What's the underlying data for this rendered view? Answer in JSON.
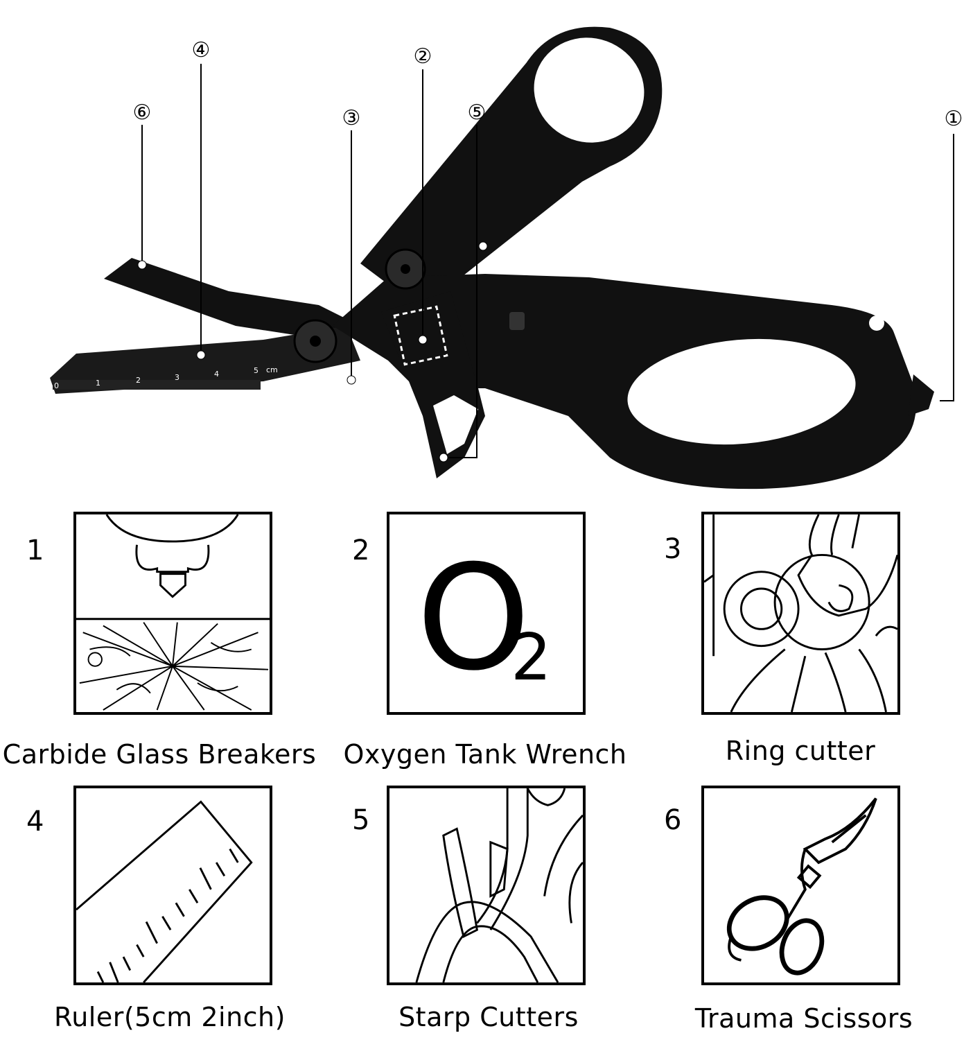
{
  "callouts": [
    "①",
    "②",
    "③",
    "④",
    "⑤",
    "⑥"
  ],
  "ruler": {
    "marks": [
      "0",
      "1",
      "2",
      "3",
      "4",
      "5"
    ],
    "unit": "cm"
  },
  "features": [
    {
      "number": "1",
      "label": "Carbide Glass Breakers",
      "icon": "glass-breaker-icon"
    },
    {
      "number": "2",
      "label": "Oxygen Tank Wrench",
      "icon": "oxygen-o2-icon",
      "symbol_main": "O",
      "symbol_sub": "2"
    },
    {
      "number": "3",
      "label": "Ring cutter",
      "icon": "ring-cutter-icon"
    },
    {
      "number": "4",
      "label": "Ruler(5cm 2inch)",
      "icon": "ruler-icon"
    },
    {
      "number": "5",
      "label": "Starp Cutters",
      "icon": "strap-cutter-icon"
    },
    {
      "number": "6",
      "label": "Trauma Scissors",
      "icon": "trauma-scissors-icon"
    }
  ],
  "colors": {
    "tool": "#111111",
    "line": "#000000",
    "background": "#ffffff"
  }
}
